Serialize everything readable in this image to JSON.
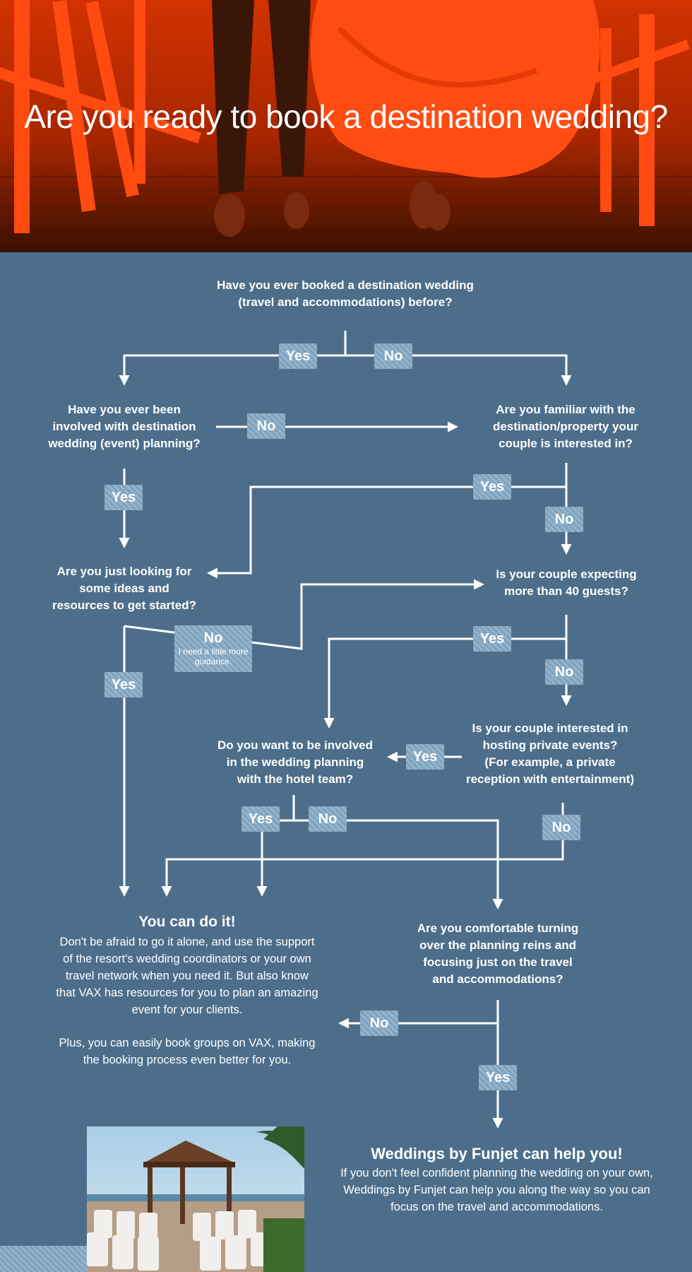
{
  "hero": {
    "title": "Are you ready to book a destination wedding?"
  },
  "questions": {
    "q1": "Have you ever booked a destination wedding\n(travel and accommodations) before?",
    "q2": "Have you ever been\ninvolved with destination\nwedding (event) planning?",
    "q3": "Are you familiar with the\ndestination/property your\ncouple is interested in?",
    "q4": "Are you just looking for\nsome ideas and\nresources to get started?",
    "q5": "Is your couple expecting\nmore than 40 guests?",
    "q6": "Do you want to be involved\nin the wedding planning\nwith the hotel team?",
    "q7": "Is your couple interested in\nhosting private events?\n(For example, a private\nreception with entertainment)",
    "q8": "Are you comfortable turning\nover the planning reins and\nfocusing just on the travel\nand accommodations?"
  },
  "labels": {
    "yes": "Yes",
    "no": "No",
    "no_guidance_sub": "I need a little more guidance."
  },
  "results": {
    "diy": {
      "title": "You can do it!",
      "body": "Don't be afraid to go it alone, and use the support of the resort's wedding coordinators or your own travel network when you need it. But also know that VAX has resources for you to plan an amazing event for your clients.",
      "body2": "Plus, you can easily book groups on VAX, making the booking process even better for you."
    },
    "funjet": {
      "title": "Weddings by Funjet can help you!",
      "body": "If you don't feel confident planning the wedding on your own, Weddings by Funjet can help you along the way so you can focus on the travel and accommodations."
    }
  },
  "colors": {
    "background": "#4d6e8b",
    "hero": "#e03a0a",
    "tag": "#84a7c2",
    "line": "#ffffff"
  }
}
